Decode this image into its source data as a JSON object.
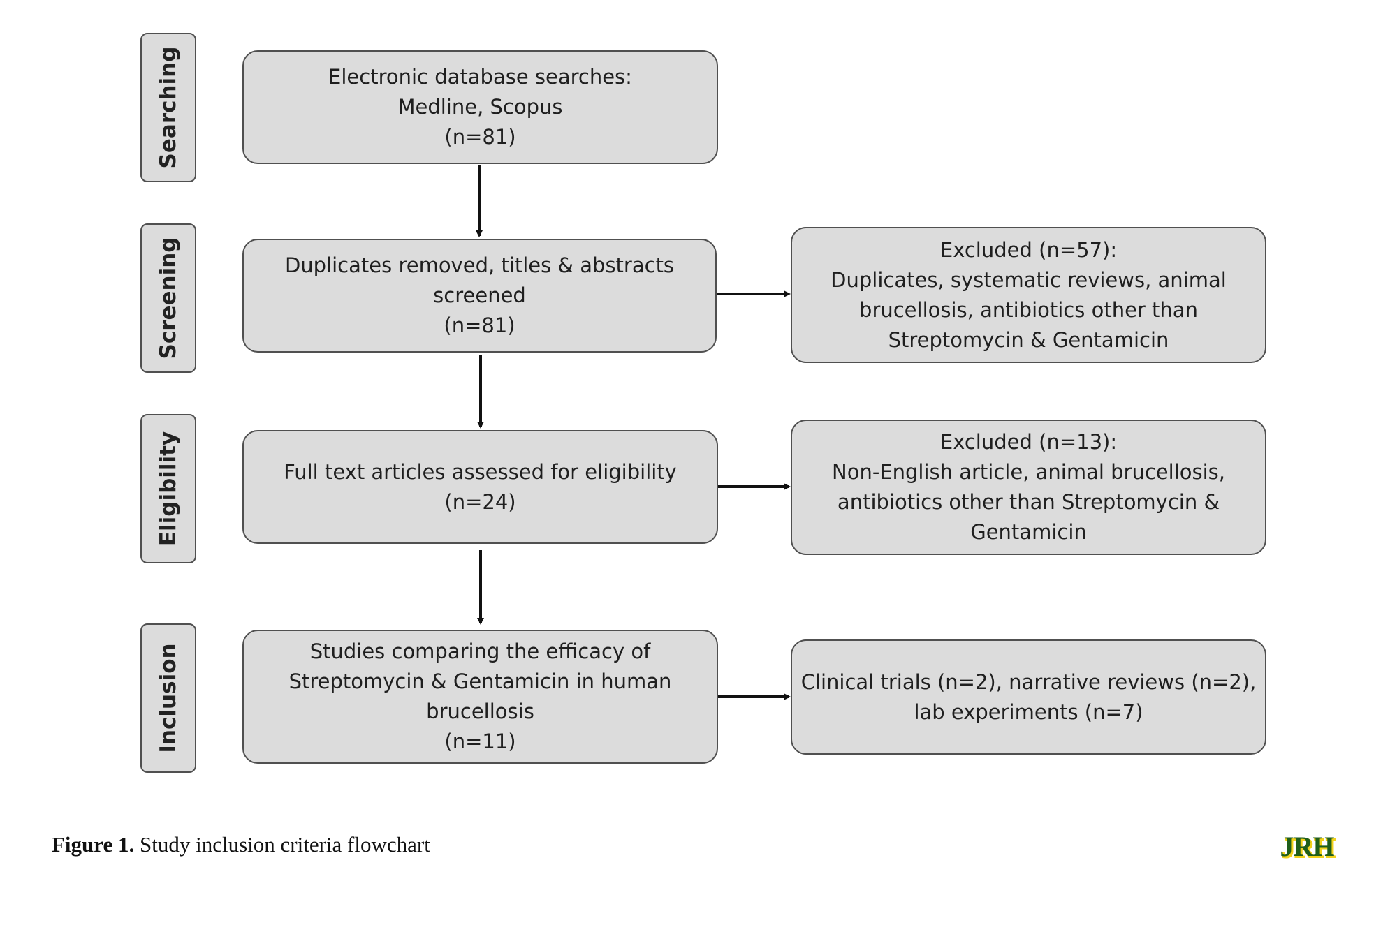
{
  "stages": {
    "searching": "Searching",
    "screening": "Screening",
    "eligibility": "Eligibility",
    "inclusion": "Inclusion"
  },
  "boxes": {
    "search": [
      "Electronic database searches:",
      "Medline, Scopus",
      "(n=81)"
    ],
    "screening": [
      "Duplicates removed, titles & abstracts",
      "screened",
      "(n=81)"
    ],
    "excluded_screening": [
      "Excluded (n=57):",
      "Duplicates, systematic reviews, animal",
      "brucellosis, antibiotics other than",
      "Streptomycin & Gentamicin"
    ],
    "eligibility": [
      "Full text articles assessed for eligibility",
      "(n=24)"
    ],
    "excluded_eligibility": [
      "Excluded (n=13):",
      "Non-English article, animal brucellosis,",
      "antibiotics other than Streptomycin &",
      "Gentamicin"
    ],
    "inclusion": [
      "Studies comparing the efficacy of",
      "Streptomycin & Gentamicin in human",
      "brucellosis",
      "(n=11)"
    ],
    "included_types": [
      "Clinical trials (n=2), narrative reviews (n=2),",
      "lab experiments (n=7)"
    ]
  },
  "caption": {
    "label": "Figure 1.",
    "text": " Study inclusion criteria flowchart"
  },
  "logo": {
    "text": "JRH",
    "color_fill": "#1f5e1a",
    "color_accent": "#f2d21b"
  },
  "colors": {
    "box_fill": "#dcdcdc",
    "box_border": "#505050",
    "arrow": "#111111"
  }
}
